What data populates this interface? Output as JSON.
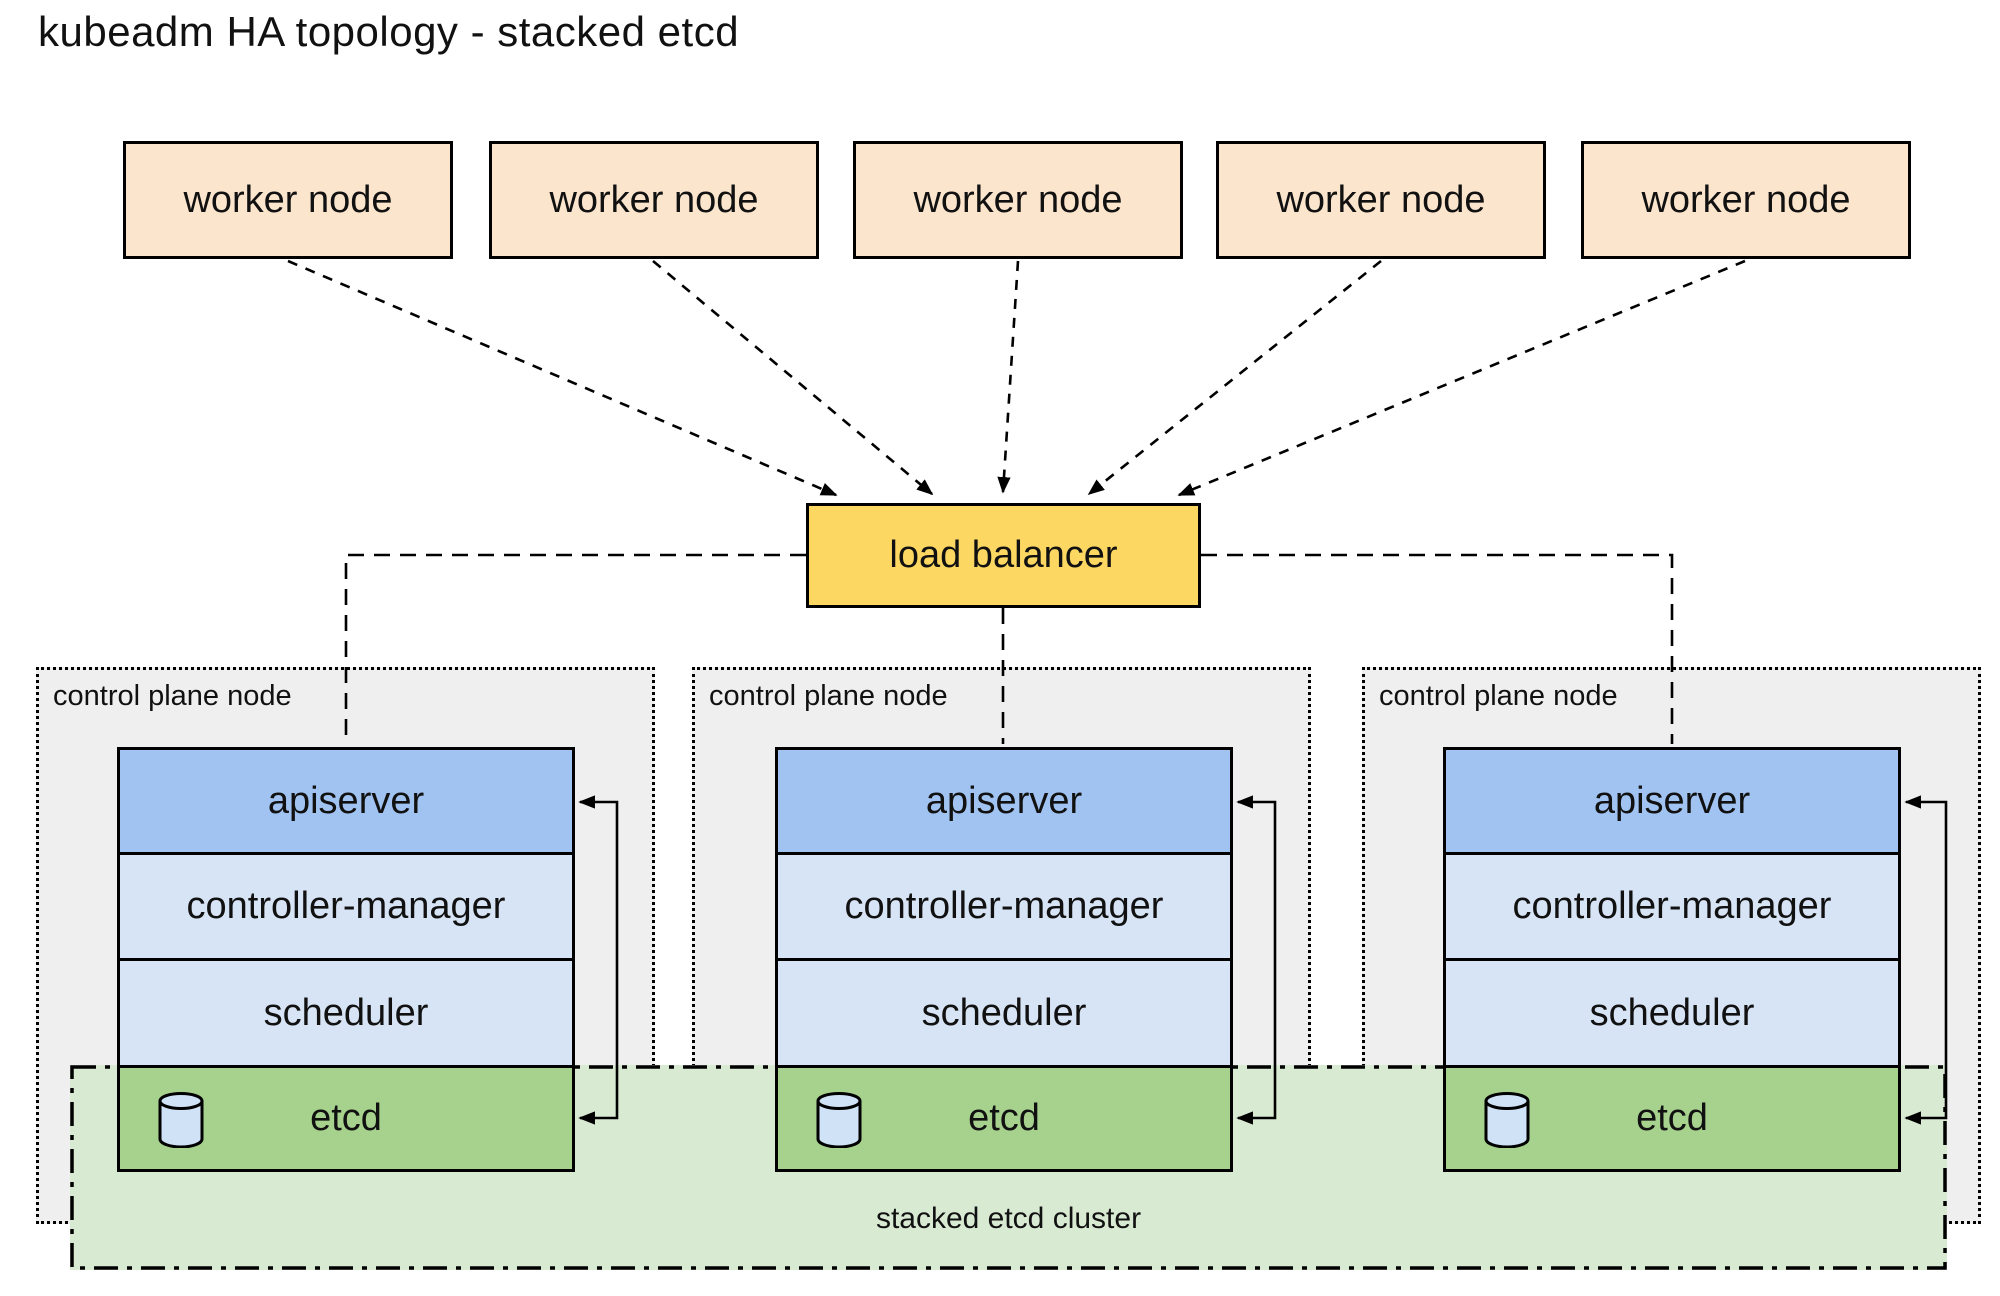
{
  "title": "kubeadm HA topology - stacked etcd",
  "workers": {
    "items": [
      "worker node",
      "worker node",
      "worker node",
      "worker node",
      "worker node"
    ]
  },
  "load_balancer": {
    "label": "load balancer"
  },
  "control_plane": {
    "nodes": [
      {
        "label": "control plane node",
        "components": [
          "apiserver",
          "controller-manager",
          "scheduler",
          "etcd"
        ]
      },
      {
        "label": "control plane node",
        "components": [
          "apiserver",
          "controller-manager",
          "scheduler",
          "etcd"
        ]
      },
      {
        "label": "control plane node",
        "components": [
          "apiserver",
          "controller-manager",
          "scheduler",
          "etcd"
        ]
      }
    ]
  },
  "etcd_cluster": {
    "label": "stacked etcd cluster"
  },
  "icons": {
    "etcd": "database-cylinder-icon"
  },
  "colors": {
    "worker_fill": "#fce5cd",
    "load_balancer_fill": "#fcd862",
    "apiserver_fill": "#a1c3f1",
    "component_fill": "#d7e4f5",
    "etcd_fill": "#a7d28e",
    "etcd_band_fill": "#d9ead3",
    "node_fill": "#efefef",
    "cylinder_fill": "#cfe2f6",
    "line": "#111111"
  }
}
